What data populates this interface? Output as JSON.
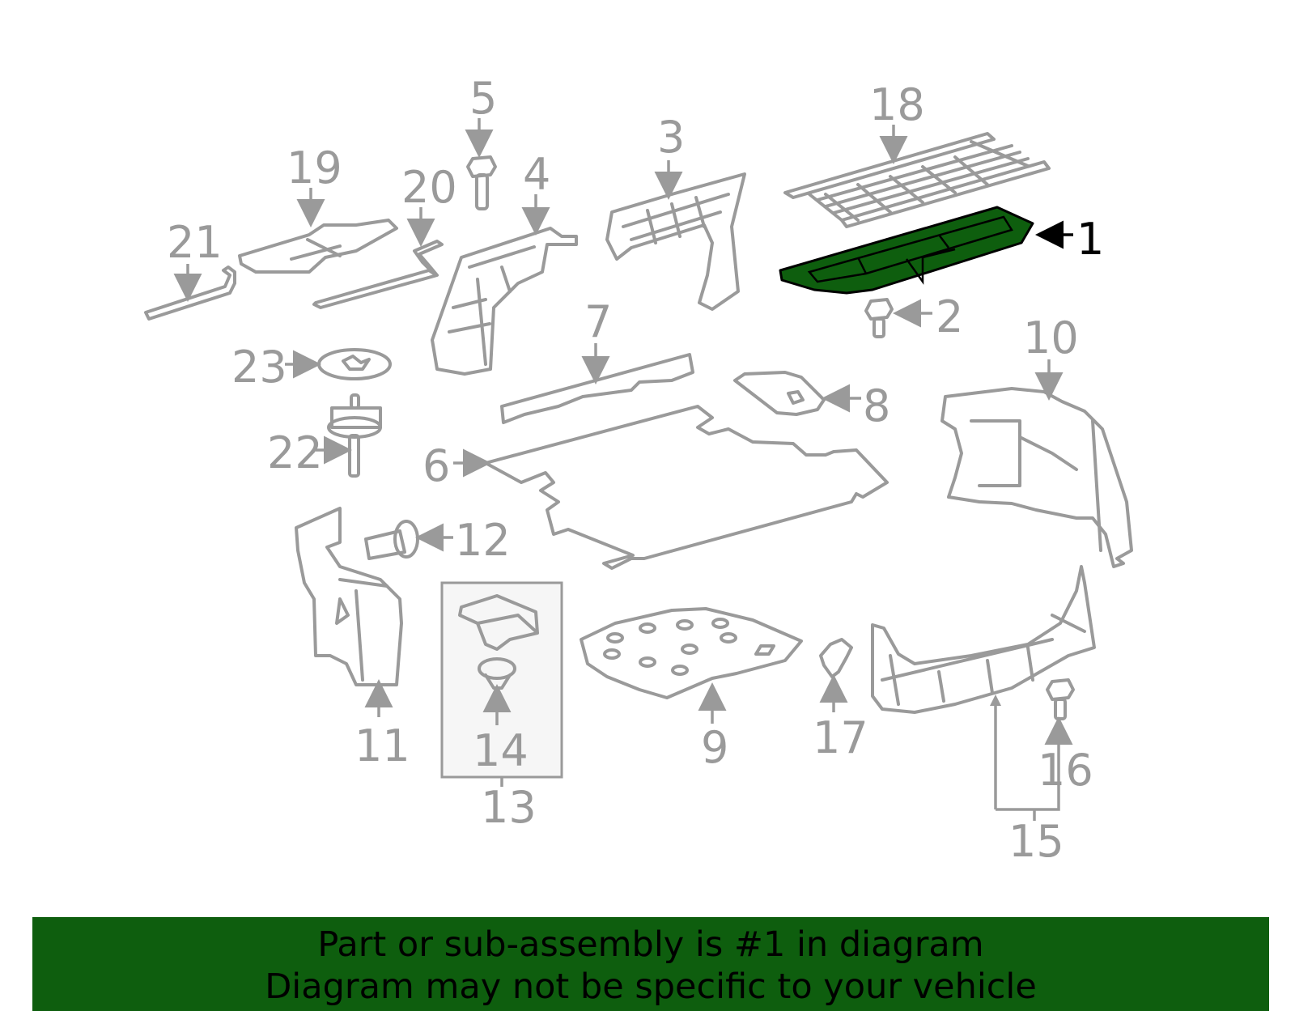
{
  "colors": {
    "highlight": "#0e5e0e",
    "line": "#9a9a9a",
    "banner": "#0e5e0e"
  },
  "callouts": {
    "c1": "1",
    "c2": "2",
    "c3": "3",
    "c4": "4",
    "c5": "5",
    "c6": "6",
    "c7": "7",
    "c8": "8",
    "c9": "9",
    "c10": "10",
    "c11": "11",
    "c12": "12",
    "c13": "13",
    "c14": "14",
    "c15": "15",
    "c16": "16",
    "c17": "17",
    "c18": "18",
    "c19": "19",
    "c20": "20",
    "c21": "21",
    "c22": "22",
    "c23": "23"
  },
  "highlighted_part": "1",
  "banner": {
    "line1": "Part or sub-assembly is #1 in diagram",
    "line2": "Diagram may not be specific to your vehicle"
  }
}
